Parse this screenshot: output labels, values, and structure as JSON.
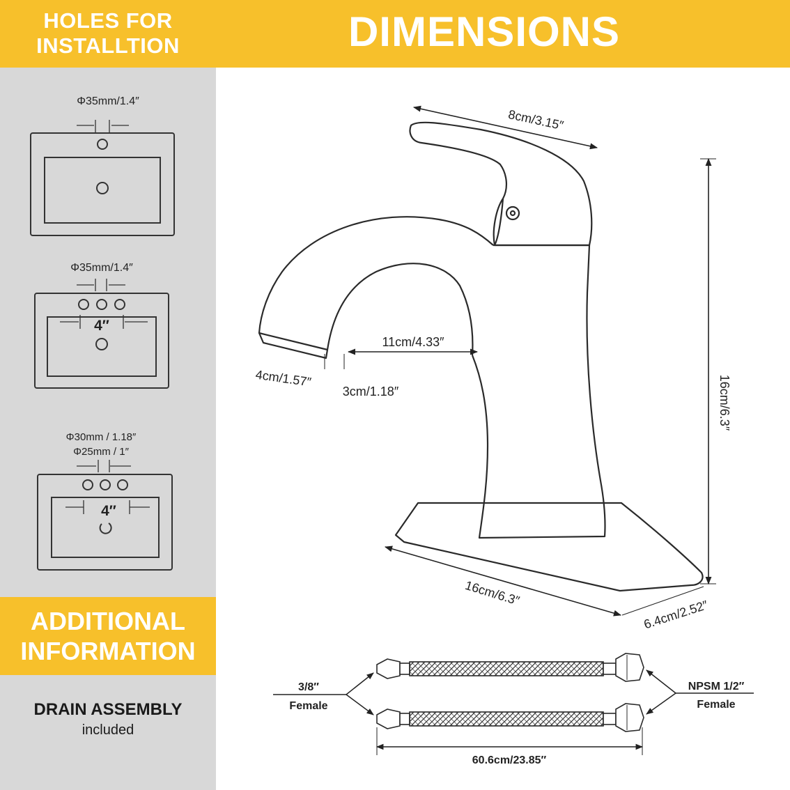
{
  "header": {
    "holes_line1": "HOLES FOR",
    "holes_line2": "INSTALLTION",
    "dimensions": "DIMENSIONS"
  },
  "sinks": [
    {
      "label": "Φ35mm/1.4″"
    },
    {
      "label": "Φ35mm/1.4″",
      "spacing": "4″"
    },
    {
      "label_line1": "Φ30mm /  1.18″",
      "label_line2": "Φ25mm /  1″",
      "spacing": "4″"
    }
  ],
  "additional": {
    "line1": "ADDITIONAL",
    "line2": "INFORMATION"
  },
  "drain": {
    "title": "DRAIN ASSEMBLY",
    "subtitle": "included"
  },
  "faucet": {
    "handle_length": "8cm/3.15″",
    "height": "16cm/6.3″",
    "spout_reach": "11cm/4.33″",
    "spout_length": "4cm/1.57″",
    "spout_width": "3cm/1.18″",
    "base_length": "16cm/6.3″",
    "base_width": "6.4cm/2.52″"
  },
  "hoses": {
    "left_size": "3/8″",
    "left_type": "Female",
    "right_size": "NPSM 1/2″",
    "right_type": "Female",
    "length": "60.6cm/23.85″"
  },
  "colors": {
    "accent": "#f7c02b",
    "panel": "#d8d8d8",
    "line": "#222222"
  }
}
